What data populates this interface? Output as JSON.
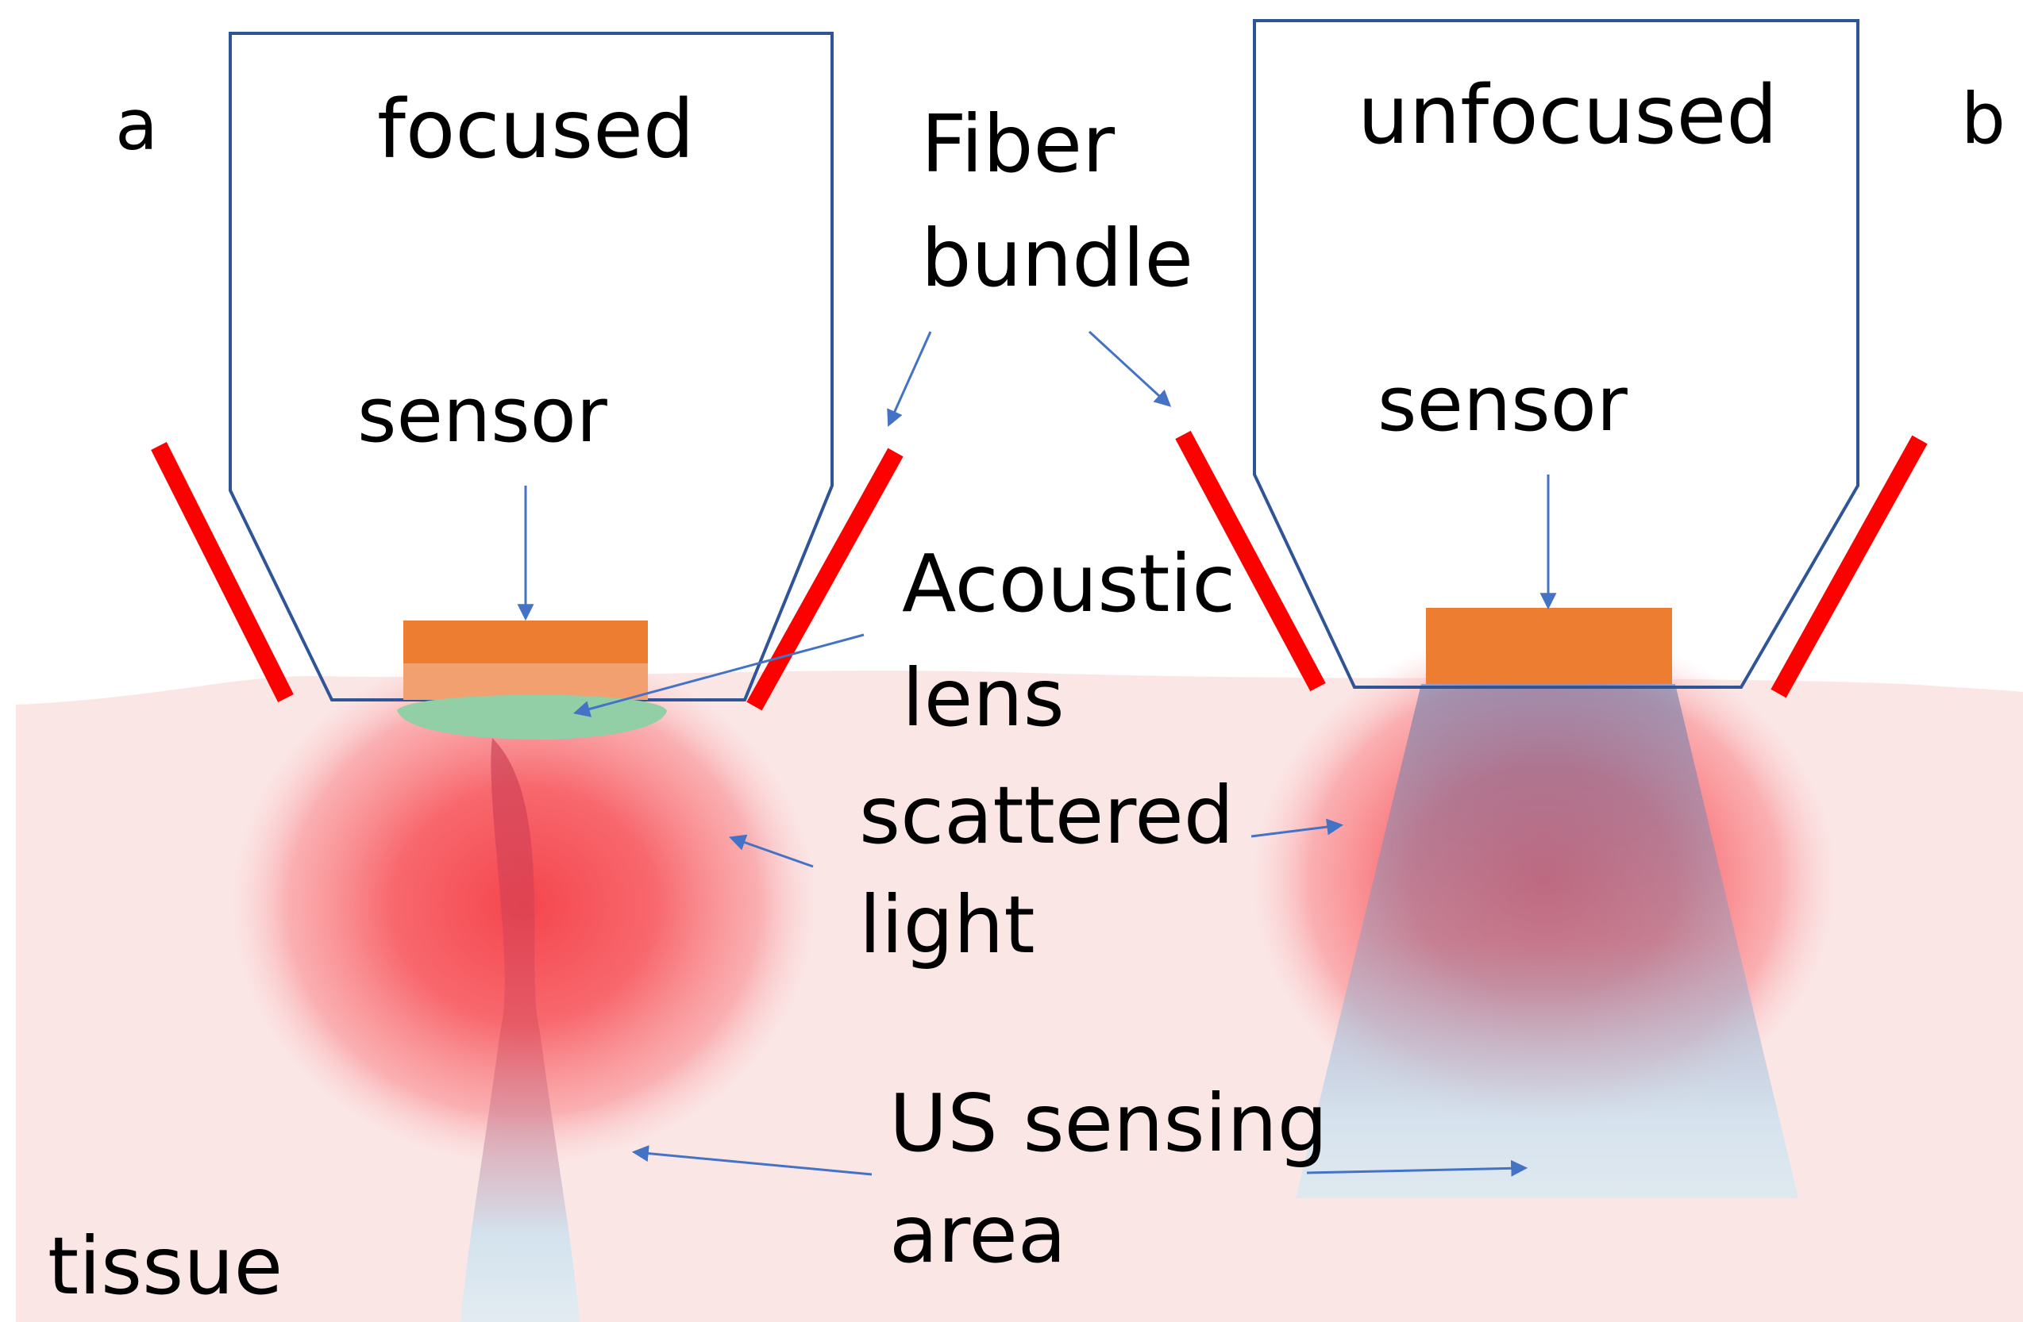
{
  "panels": {
    "a": {
      "letter": "a",
      "title": "focused",
      "sensor_label": "sensor"
    },
    "b": {
      "letter": "b",
      "title": "unfocused",
      "sensor_label": "sensor"
    }
  },
  "labels": {
    "fiber_bundle": [
      "Fiber",
      "bundle"
    ],
    "acoustic_lens": [
      "Acoustic",
      "lens"
    ],
    "scattered_light": [
      "scattered",
      "light"
    ],
    "us_sensing_area": [
      "US sensing",
      "area"
    ],
    "tissue": "tissue"
  },
  "colors": {
    "tissue": "#fbe6e6",
    "light": "#f5454d",
    "fiber": "#ff0000",
    "sensor": "#ed7d31",
    "lens": "#92cfa6",
    "housing": "#2f5597",
    "arrow": "#4472c4",
    "us_area": "#cfe2ef"
  }
}
